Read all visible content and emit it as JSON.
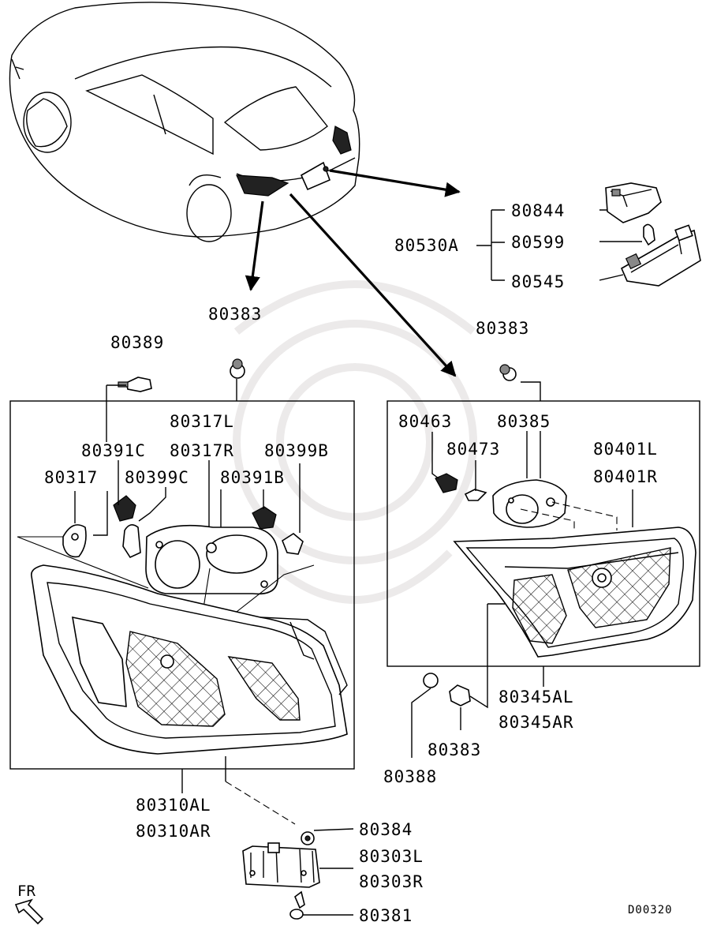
{
  "diagram_code": "D00320",
  "direction_label": "FR",
  "parts": {
    "p80844": "80844",
    "p80530A": "80530A",
    "p80599": "80599",
    "p80545": "80545",
    "p80383_top": "80383",
    "p80389": "80389",
    "p80383_right": "80383",
    "p80317L": "80317L",
    "p80391C": "80391C",
    "p80317R": "80317R",
    "p80399B": "80399B",
    "p80317": "80317",
    "p80399C": "80399C",
    "p80391B": "80391B",
    "p80463": "80463",
    "p80385": "80385",
    "p80473": "80473",
    "p80401L": "80401L",
    "p80401R": "80401R",
    "p80345AL": "80345AL",
    "p80345AR": "80345AR",
    "p80383_bottom": "80383",
    "p80388": "80388",
    "p80310AL": "80310AL",
    "p80310AR": "80310AR",
    "p80384": "80384",
    "p80303L": "80303L",
    "p80303R": "80303R",
    "p80381": "80381"
  }
}
